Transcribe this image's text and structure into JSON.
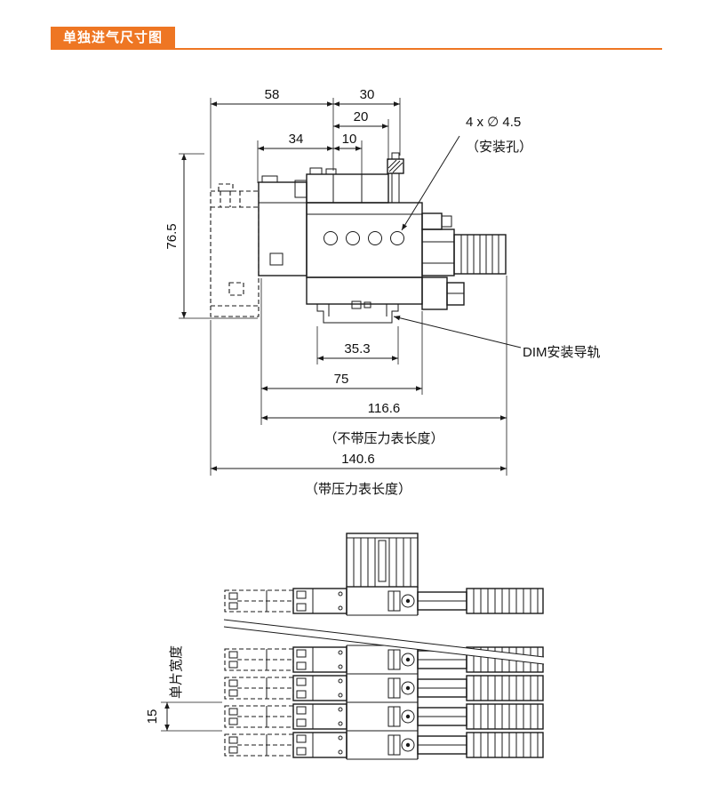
{
  "header": {
    "title": "单独进气尺寸图"
  },
  "colors": {
    "accent": "#ee7623",
    "line": "#1a1a1a"
  },
  "top_figure": {
    "dims": {
      "w58": "58",
      "w30": "30",
      "w20": "20",
      "w34": "34",
      "w10": "10",
      "h765": "76.5",
      "w353": "35.3",
      "w75": "75",
      "w1166": "116.6",
      "w1406": "140.6"
    },
    "labels": {
      "holes_line1": "4 x ∅ 4.5",
      "holes_line2": "（安装孔）",
      "din_rail": "DIM安装导轨",
      "without_gauge": "（不带压力表长度）",
      "with_gauge": "（带压力表长度）"
    }
  },
  "bottom_figure": {
    "dims": {
      "h15": "15"
    },
    "labels": {
      "unit_width": "单片宽度"
    }
  }
}
